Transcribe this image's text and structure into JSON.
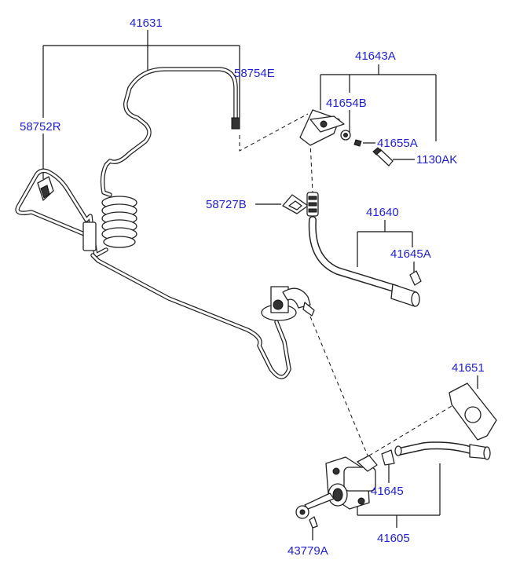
{
  "diagram": {
    "part_labels": {
      "p41631": "41631",
      "p58754E": "58754E",
      "p58752R": "58752R",
      "p41643A": "41643A",
      "p41654B": "41654B",
      "p41655A": "41655A",
      "p1130AK": "1130AK",
      "p58727B": "58727B",
      "p41640": "41640",
      "p41645A": "41645A",
      "p41651": "41651",
      "p41645": "41645",
      "p41605": "41605",
      "p43779A": "43779A"
    },
    "colors": {
      "label": "#1f1fd0",
      "line": "#111111",
      "background": "#ffffff"
    }
  }
}
